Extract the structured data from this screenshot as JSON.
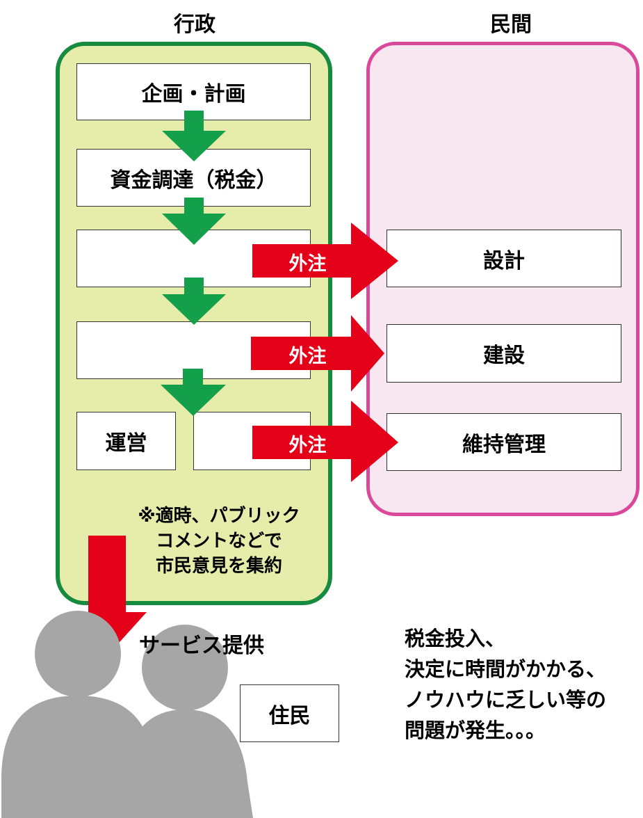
{
  "headers": {
    "gov": "行政",
    "private": "民間"
  },
  "gov_steps": {
    "planning": "企画・計画",
    "funding": "資金調達（税金）",
    "operation": "運営"
  },
  "outsourcing_label": "外注",
  "private_tasks": {
    "design": "設計",
    "construction": "建設",
    "maintenance": "維持管理"
  },
  "note_lines": [
    "※適時、パブリック",
    "コメントなどで",
    "市民意見を集約"
  ],
  "service_label": "サービス提供",
  "residents_label": "住民",
  "problem_lines": [
    "税金投入、",
    "決定に時間がかかる、",
    "ノウハウに乏しい等の",
    "問題が発生。。。"
  ],
  "colors": {
    "gov_panel_fill": "#e6ecaa",
    "gov_panel_border": "#168a3f",
    "private_panel_fill": "#f8e6f0",
    "private_panel_border": "#d9489a",
    "green_arrow": "#14a04a",
    "red_arrow": "#e5001a",
    "person": "#a6a6a6"
  },
  "icons": [
    "down-arrow-icon",
    "outsource-arrow-icon",
    "person-icon"
  ]
}
